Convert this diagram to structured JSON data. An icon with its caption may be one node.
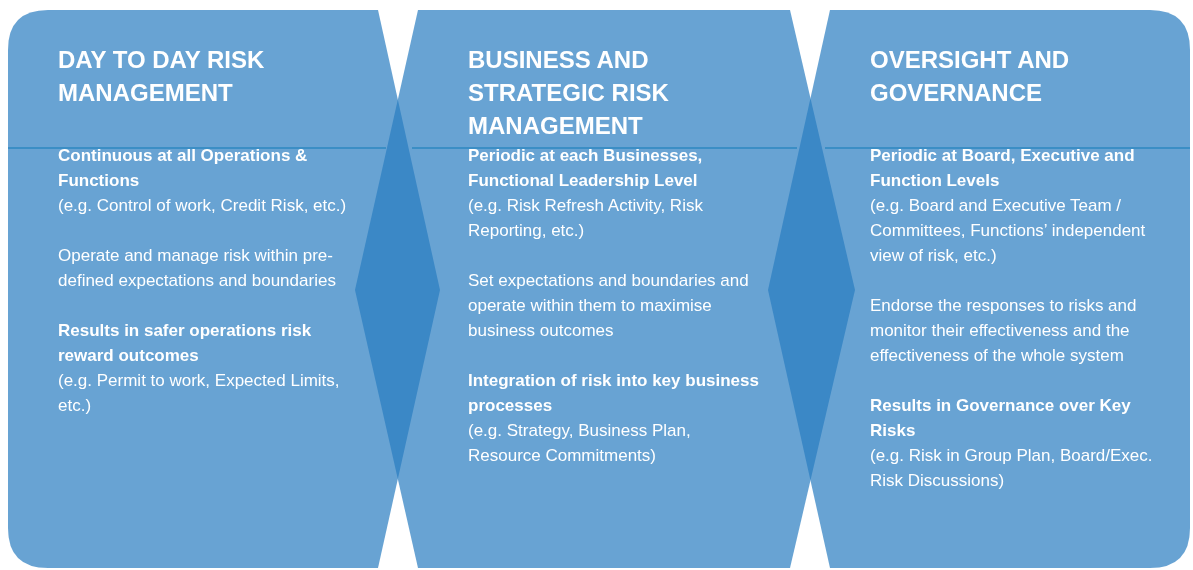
{
  "diagram": {
    "nodes": [
      {
        "text": [
          "DAY TO DAY RISK MANAGEMENT",
          "Continuous at all Operations & Functions",
          "(e.g. Control of work, Credit Risk, etc.)",
          "Operate and manage risk within pre-defined expectations and boundaries",
          "Results in safer operations risk reward outcomes",
          "(e.g. Permit to work, Expected Limits, etc.)"
        ]
      },
      {
        "text": [
          "BUSINESS AND STRATEGIC RISK MANAGEMENT",
          "Periodic at each Businesses, Functional Leadership Level",
          "(e.g. Risk Refresh Activity, Risk Reporting, etc.)",
          "Set expectations and boundaries and operate within them to maximise business outcomes",
          "Integration of risk into key business processes",
          "(e.g. Strategy, Business Plan, Resource Commitments)"
        ]
      },
      {
        "text": [
          "OVERSIGHT AND GOVERNANCE",
          "Periodic at Board, Executive and Function Levels",
          "(e.g. Board and Executive Team / Committees, Functions’ independent view of risk, etc.)",
          "Endorse the responses to risks and monitor their effectiveness and the effectiveness of the whole system",
          "Results in Governance over Key Risks",
          "(e.g. Risk in Group Plan, Board/Exec. Risk Discussions)"
        ]
      }
    ]
  }
}
